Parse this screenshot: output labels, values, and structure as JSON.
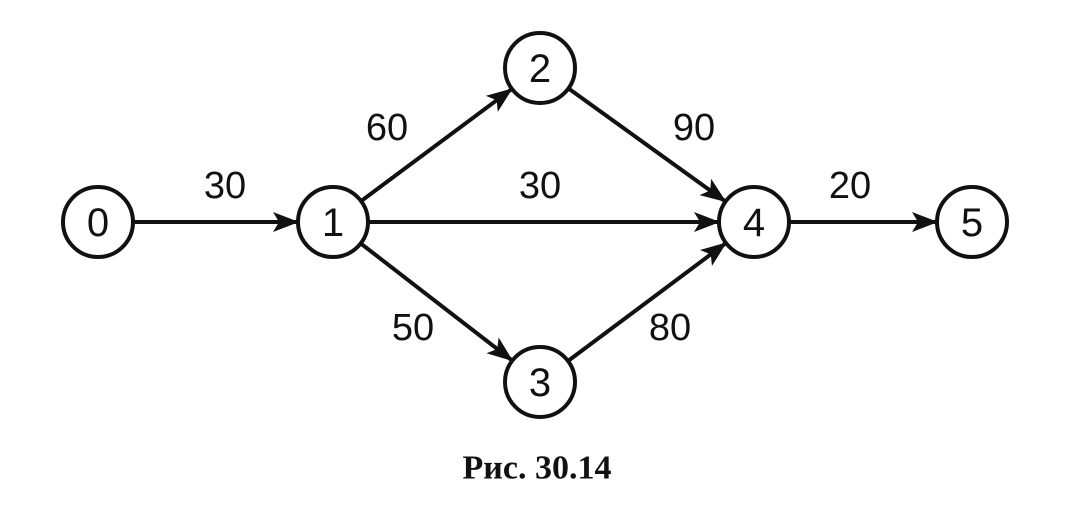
{
  "graph": {
    "nodes": [
      {
        "id": "0",
        "label": "0"
      },
      {
        "id": "1",
        "label": "1"
      },
      {
        "id": "2",
        "label": "2"
      },
      {
        "id": "3",
        "label": "3"
      },
      {
        "id": "4",
        "label": "4"
      },
      {
        "id": "5",
        "label": "5"
      }
    ],
    "edges": [
      {
        "from": "0",
        "to": "1",
        "label": "30"
      },
      {
        "from": "1",
        "to": "2",
        "label": "60"
      },
      {
        "from": "1",
        "to": "4",
        "label": "30"
      },
      {
        "from": "1",
        "to": "3",
        "label": "50"
      },
      {
        "from": "2",
        "to": "4",
        "label": "90"
      },
      {
        "from": "3",
        "to": "4",
        "label": "80"
      },
      {
        "from": "4",
        "to": "5",
        "label": "20"
      }
    ]
  },
  "caption": "Рис. 30.14"
}
